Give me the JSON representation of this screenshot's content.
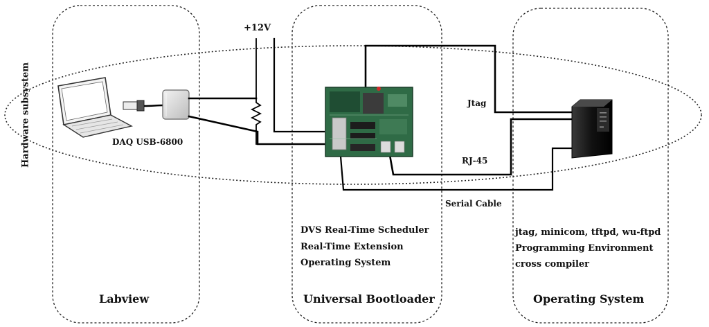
{
  "power": {
    "label": "+12V"
  },
  "hardware_subsystem": {
    "label": "Hardware subsystem"
  },
  "daq": {
    "label": "DAQ USB-6800"
  },
  "links": {
    "jtag": "Jtag",
    "rj45": "RJ-45",
    "serial": "Serial Cable"
  },
  "bootloader": {
    "features": [
      "DVS Real-Time Scheduler",
      "Real-Time Extension",
      "Operating System"
    ]
  },
  "operating_system": {
    "features": [
      "jtag, minicom, tftpd, wu-ftpd",
      "Programming Environment",
      "cross compiler"
    ]
  },
  "columns": [
    {
      "title": "Labview"
    },
    {
      "title": "Universal Bootloader"
    },
    {
      "title": "Operating System"
    }
  ],
  "colors": {
    "board_green": "#2f6b46",
    "tower_black": "#141414",
    "daq_gray": "#d8d8d8",
    "wire": "#000000"
  }
}
